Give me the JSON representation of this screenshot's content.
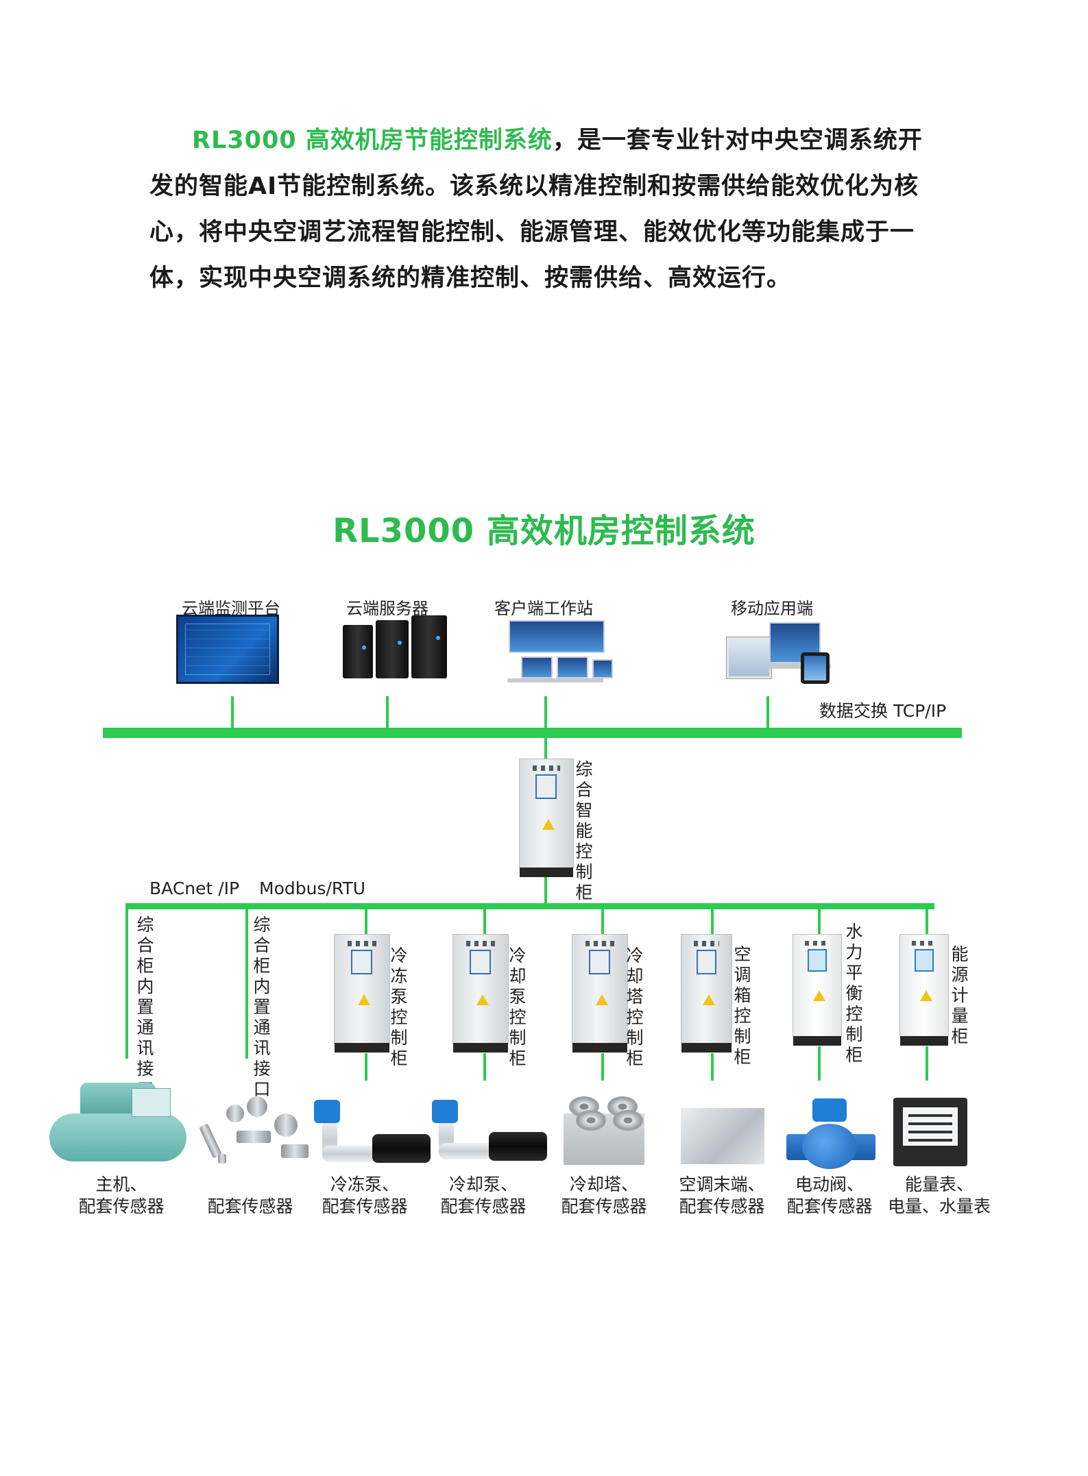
{
  "intro": {
    "highlight": "RL3000 高效机房节能控制系统",
    "rest": "，是一套专业针对中央空调系统开发的智能AI节能控制系统。该系统以精准控制和按需供给能效优化为核心，将中央空调艺流程智能控制、能源管理、能效优化等功能集成于一体，实现中央空调系统的精准控制、按需供给、高效运行。"
  },
  "diagram": {
    "title": "RL3000 高效机房控制系统",
    "top_nodes": [
      "云端监测平台",
      "云端服务器",
      "客户端工作站",
      "移动应用端"
    ],
    "network_label": "数据交换 TCP/IP",
    "central_cabinet": "综合智能控制柜",
    "protocols": [
      "BACnet /IP",
      "Modbus/RTU"
    ],
    "interfaces": [
      "综合柜内置通讯接口",
      "综合柜内置通讯接口"
    ],
    "cabinets": [
      "冷冻泵控制柜",
      "冷却泵控制柜",
      "冷却塔控制柜",
      "空调箱控制柜",
      "水力平衡控制柜",
      "能源计量柜"
    ],
    "devices": [
      {
        "line1": "主机、",
        "line2": "配套传感器"
      },
      {
        "line1": "",
        "line2": "配套传感器"
      },
      {
        "line1": "冷冻泵、",
        "line2": "配套传感器"
      },
      {
        "line1": "冷却泵、",
        "line2": "配套传感器"
      },
      {
        "line1": "冷却塔、",
        "line2": "配套传感器"
      },
      {
        "line1": "空调末端、",
        "line2": "配套传感器"
      },
      {
        "line1": "电动阀、",
        "line2": "配套传感器"
      },
      {
        "line1": "能量表、",
        "line2": "电量、水量表"
      }
    ],
    "colors": {
      "accent": "#2dbb4e",
      "bus": "#2dcc4f"
    }
  }
}
